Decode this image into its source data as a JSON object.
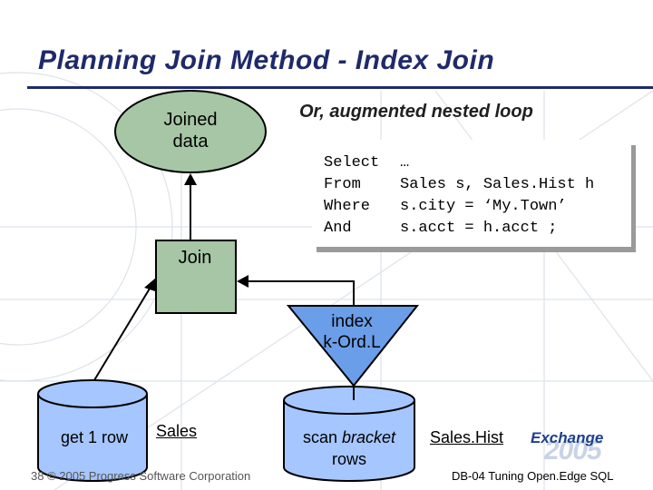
{
  "title": "Planning Join Method - Index Join",
  "subtitle": "Or, augmented nested loop",
  "nodes": {
    "joined_data": [
      "Joined",
      "data"
    ],
    "join": "Join",
    "index": [
      "index",
      "k-Ord.L"
    ],
    "get_row": "get 1 row",
    "sales": "Sales",
    "scan": [
      "scan ",
      "bracket",
      "rows"
    ],
    "sales_hist": "Sales.Hist"
  },
  "code": [
    {
      "kw": "Select",
      "text": "…"
    },
    {
      "kw": "From",
      "text": "Sales s, Sales.Hist h"
    },
    {
      "kw": "Where",
      "text": "s.city = ‘My.Town’"
    },
    {
      "kw": "And",
      "text": "s.acct = h.acct ;"
    }
  ],
  "footer": {
    "left": "38 © 2005 Progress Software Corporation",
    "right": "DB-04 Tuning Open.Edge SQL"
  },
  "logo": {
    "word": "Exchange",
    "year": "2005"
  },
  "colors": {
    "title": "#1e2a6a",
    "node_fill": "#a6c6a6",
    "cylinder_fill": "#a6c6ff",
    "index_fill": "#6b9ee8"
  }
}
